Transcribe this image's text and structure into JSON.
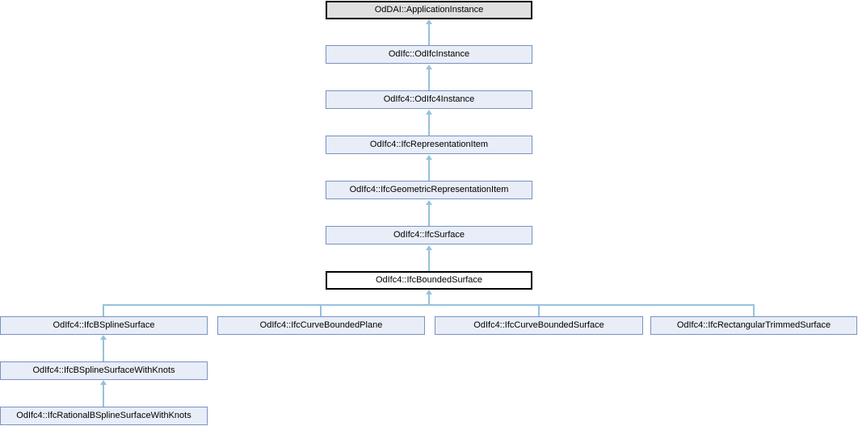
{
  "diagram": {
    "kind": "class-inheritance-graph",
    "nodes": [
      {
        "label": "OdDAI::ApplicationInstance",
        "role": "external-base"
      },
      {
        "label": "OdIfc::OdIfcInstance",
        "role": "base"
      },
      {
        "label": "OdIfc4::OdIfc4Instance",
        "role": "base"
      },
      {
        "label": "OdIfc4::IfcRepresentationItem",
        "role": "base"
      },
      {
        "label": "OdIfc4::IfcGeometricRepresentationItem",
        "role": "base"
      },
      {
        "label": "OdIfc4::IfcSurface",
        "role": "base"
      },
      {
        "label": "OdIfc4::IfcBoundedSurface",
        "role": "current"
      },
      {
        "label": "OdIfc4::IfcBSplineSurface",
        "role": "derived"
      },
      {
        "label": "OdIfc4::IfcCurveBoundedPlane",
        "role": "derived"
      },
      {
        "label": "OdIfc4::IfcCurveBoundedSurface",
        "role": "derived"
      },
      {
        "label": "OdIfc4::IfcRectangularTrimmedSurface",
        "role": "derived"
      },
      {
        "label": "OdIfc4::IfcBSplineSurfaceWithKnots",
        "role": "derived"
      },
      {
        "label": "OdIfc4::IfcRationalBSplineSurfaceWithKnots",
        "role": "derived"
      }
    ],
    "edges": [
      {
        "from": "OdIfc::OdIfcInstance",
        "to": "OdDAI::ApplicationInstance"
      },
      {
        "from": "OdIfc4::OdIfc4Instance",
        "to": "OdIfc::OdIfcInstance"
      },
      {
        "from": "OdIfc4::IfcRepresentationItem",
        "to": "OdIfc4::OdIfc4Instance"
      },
      {
        "from": "OdIfc4::IfcGeometricRepresentationItem",
        "to": "OdIfc4::IfcRepresentationItem"
      },
      {
        "from": "OdIfc4::IfcSurface",
        "to": "OdIfc4::IfcGeometricRepresentationItem"
      },
      {
        "from": "OdIfc4::IfcBoundedSurface",
        "to": "OdIfc4::IfcSurface"
      },
      {
        "from": "OdIfc4::IfcBSplineSurface",
        "to": "OdIfc4::IfcBoundedSurface"
      },
      {
        "from": "OdIfc4::IfcCurveBoundedPlane",
        "to": "OdIfc4::IfcBoundedSurface"
      },
      {
        "from": "OdIfc4::IfcCurveBoundedSurface",
        "to": "OdIfc4::IfcBoundedSurface"
      },
      {
        "from": "OdIfc4::IfcRectangularTrimmedSurface",
        "to": "OdIfc4::IfcBoundedSurface"
      },
      {
        "from": "OdIfc4::IfcBSplineSurfaceWithKnots",
        "to": "OdIfc4::IfcBSplineSurface"
      },
      {
        "from": "OdIfc4::IfcRationalBSplineSurfaceWithKnots",
        "to": "OdIfc4::IfcBSplineSurfaceWithKnots"
      }
    ],
    "colors": {
      "node_fill": "#e8edf7",
      "node_border": "#7a92c2",
      "external_node_fill": "#e0e0e0",
      "current_node_fill": "#ffffff",
      "emphasis_border": "#000000",
      "edge": "#96c2dc",
      "text": "#000000",
      "background": "#ffffff"
    }
  }
}
